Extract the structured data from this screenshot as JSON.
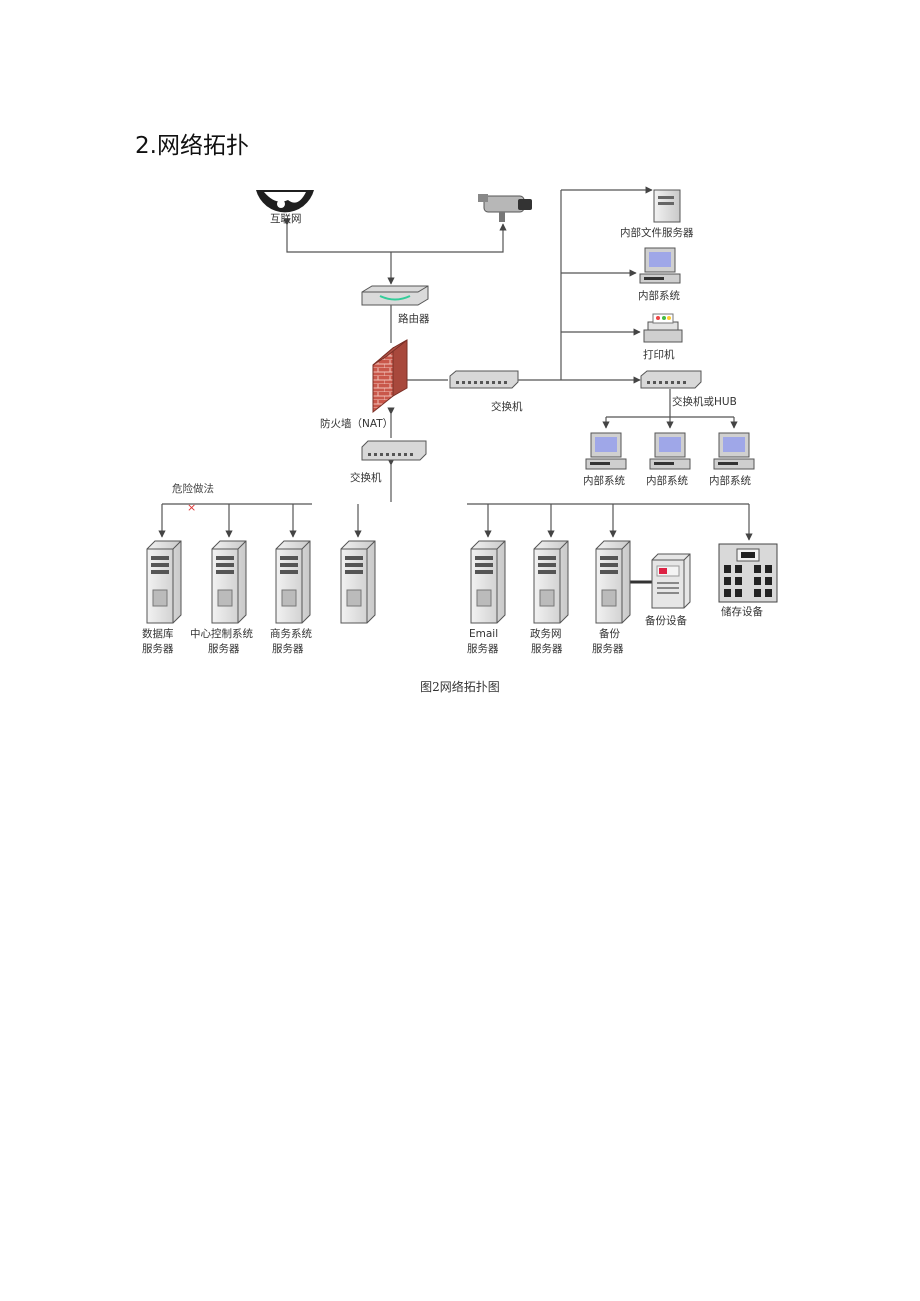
{
  "heading": "2.网络拓扑",
  "caption": "图2网络拓扑图",
  "labels": {
    "internet": "互联网",
    "router": "路由器",
    "firewall": "防火墙（NAT）",
    "switch_main": "交换机",
    "switch_mid": "交换机",
    "switch_hub": "交换机或HUB",
    "file_server": "内部文件服务器",
    "internal_system_top": "内部系统",
    "printer": "打印机",
    "internal_system_1": "内部系统",
    "internal_system_2": "内部系统",
    "internal_system_3": "内部系统",
    "danger_note": "危险做法",
    "danger_mark": "×",
    "db_server": [
      "数据库",
      "服务器"
    ],
    "central_server": [
      "中心控制系统",
      "服务器"
    ],
    "business_server": [
      "商务系统",
      "服务器"
    ],
    "email_server": [
      "Email",
      "服务器"
    ],
    "gov_server": [
      "政务网",
      "服务器"
    ],
    "backup_server": [
      "备份",
      "服务器"
    ],
    "backup_device": "备份设备",
    "storage_device": "储存设备"
  }
}
